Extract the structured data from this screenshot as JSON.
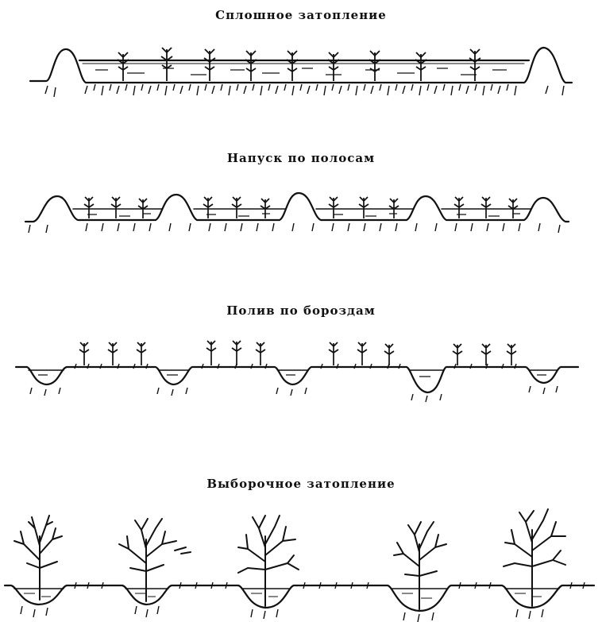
{
  "panels": [
    {
      "id": "flood",
      "title": "Сплошное затопление"
    },
    {
      "id": "strips",
      "title": "Напуск по полосам"
    },
    {
      "id": "furrows",
      "title": "Полив по бороздам"
    },
    {
      "id": "basins",
      "title": "Выборочное затопление"
    }
  ]
}
